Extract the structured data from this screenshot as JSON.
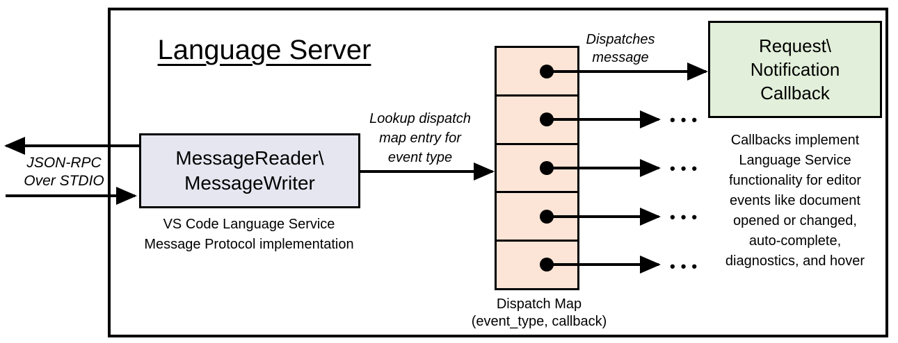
{
  "title": "Language Server",
  "left_io": {
    "label": "JSON-RPC\nOver STDIO"
  },
  "message_box": {
    "label": "MessageReader\\\nMessageWriter",
    "caption": "VS Code Language Service\nMessage Protocol implementation"
  },
  "lookup_label": "Lookup dispatch\nmap entry for\nevent type",
  "dispatches_label": "Dispatches\nmessage",
  "dispatch_map": {
    "label": "Dispatch Map\n(event_type, callback)",
    "cell_count": 5
  },
  "callback_box": {
    "label": "Request\\\nNotification\nCallback",
    "note": "Callbacks implement\nLanguage Service\nfunctionality for editor\nevents like document\nopened or changed,\nauto-complete,\ndiagnostics, and hover"
  },
  "ellipsis": "•••",
  "colors": {
    "message_box_fill": "#E6E6F0",
    "dispatch_cell_fill": "#FCE4D6",
    "callback_box_fill": "#E2EFDA",
    "stroke": "#000000"
  }
}
